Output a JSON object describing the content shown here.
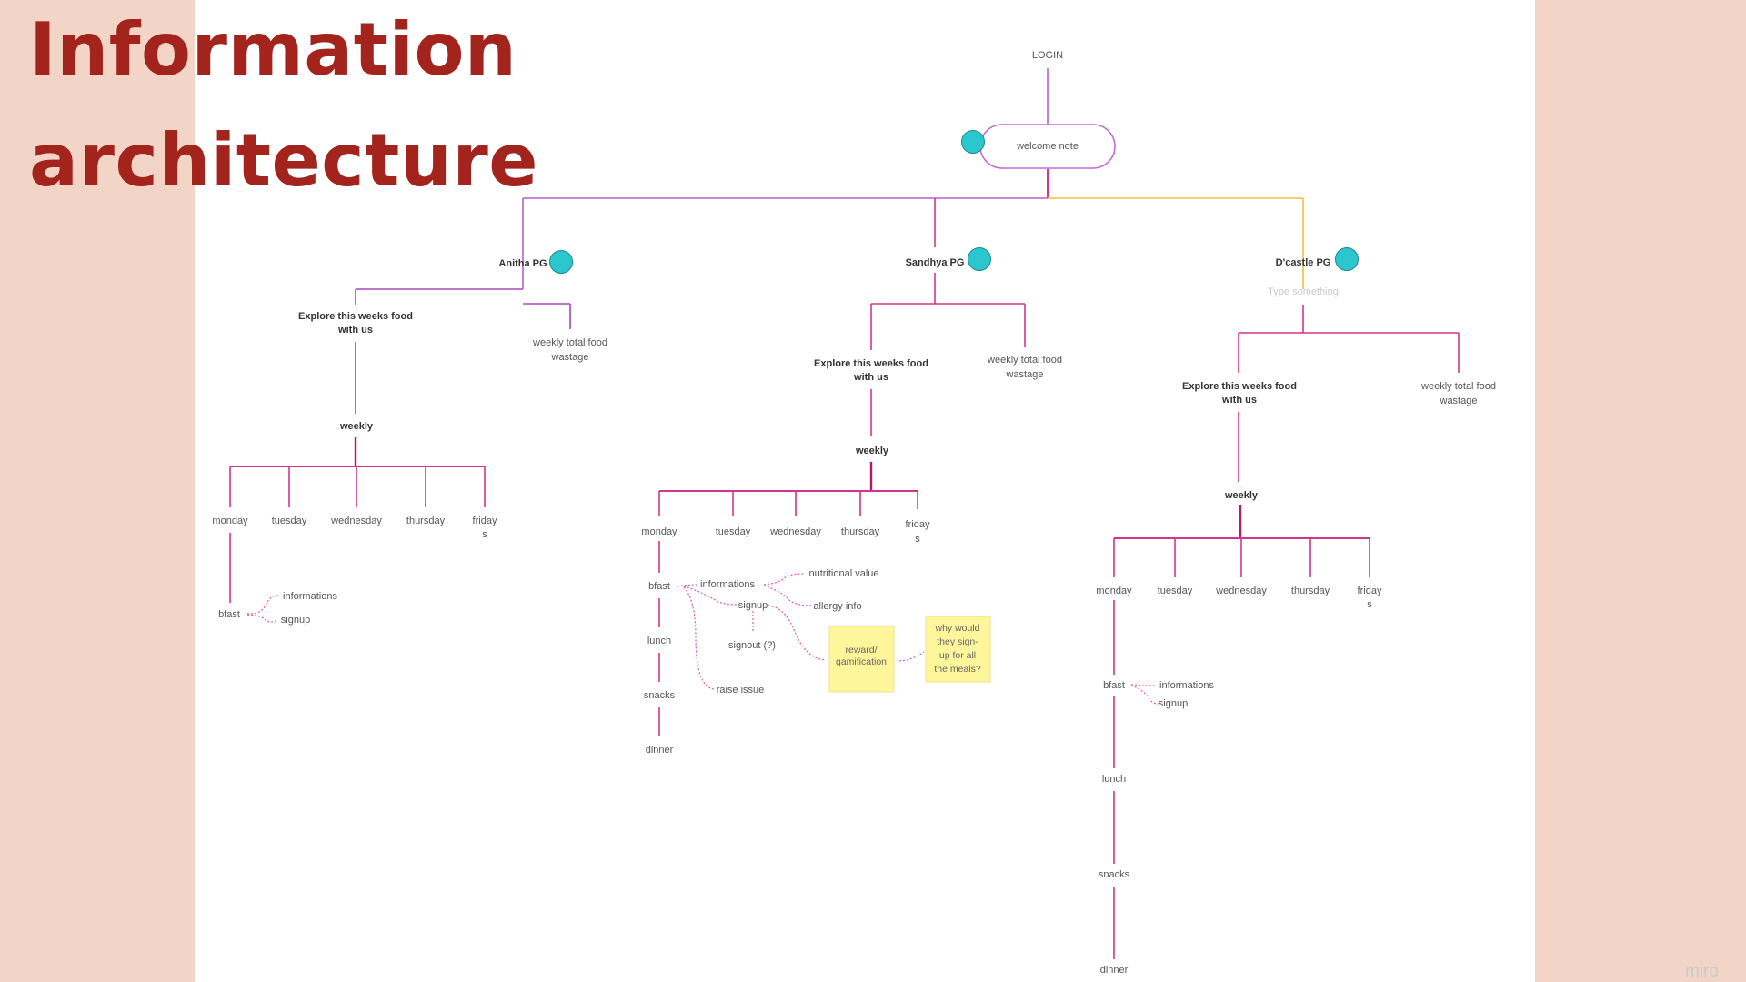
{
  "title": {
    "line1": "Information",
    "line2": "architecture"
  },
  "nodes": {
    "login": "LOGIN",
    "welcome": "welcome note",
    "type_something": "Type something",
    "pg1": {
      "name": "Anitha PG",
      "explore1": "Explore this weeks food",
      "explore2": "with us",
      "wastage1": "weekly total food",
      "wastage2": "wastage",
      "weekly": "weekly",
      "days": [
        "monday",
        "tuesday",
        "wednesday",
        "thursday",
        "friday"
      ],
      "friday_suffix": "s",
      "meal": "bfast",
      "info": "informations",
      "signup": "signup"
    },
    "pg2": {
      "name": "Sandhya PG",
      "explore1": "Explore this weeks food",
      "explore2": "with us",
      "wastage1": "weekly total food",
      "wastage2": "wastage",
      "weekly": "weekly",
      "days": [
        "monday",
        "tuesday",
        "wednesday",
        "thursday",
        "friday"
      ],
      "friday_suffix": "s",
      "meals": [
        "bfast",
        "lunch",
        "snacks",
        "dinner"
      ],
      "info": "informations",
      "nutrition": "nutritional value",
      "allergy": "allergy info",
      "signup": "signup",
      "signout": "signout (?)",
      "raise": "raise issue",
      "sticky1": [
        "reward/",
        "gamification"
      ],
      "sticky2": [
        "why would",
        "they sign-",
        "up for all",
        "the meals?"
      ]
    },
    "pg3": {
      "name": "D'castle PG",
      "explore1": "Explore this weeks food",
      "explore2": "with us",
      "wastage1": "weekly total food",
      "wastage2": "wastage",
      "weekly": "weekly",
      "days": [
        "monday",
        "tuesday",
        "wednesday",
        "thursday",
        "friday"
      ],
      "friday_suffix": "s",
      "meals": [
        "bfast",
        "lunch",
        "snacks",
        "dinner"
      ],
      "info": "informations",
      "signup": "signup"
    }
  },
  "watermark": "miro",
  "colors": {
    "title": "#a3231d",
    "background": "#f2d5c7",
    "marker": "#2cc6cf",
    "branch_purple": "#bd5cd0",
    "branch_pink": "#d6338a",
    "branch_yellow": "#f0c040",
    "sticky": "#fff59b"
  }
}
